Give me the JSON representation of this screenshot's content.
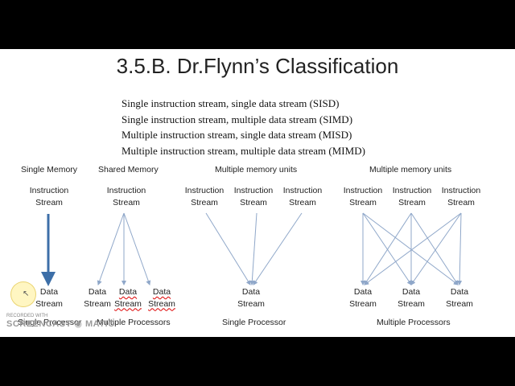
{
  "slide": {
    "title": "3.5.B. Dr.Flynn’s Classification",
    "intro_lines": [
      "Single instruction stream, single data stream (SISD)",
      "Single instruction stream, multiple data stream (SIMD)",
      "Multiple instruction stream, single data stream (MISD)",
      "Multiple instruction stream, multiple data stream (MIMD)"
    ]
  },
  "diagrams": {
    "sisd": {
      "memory_label": "Single Memory",
      "instruction_streams": [
        "Instruction\nStream"
      ],
      "data_streams": [
        "Data\nStream"
      ],
      "processor_label": "Single Processor"
    },
    "simd": {
      "memory_label": "Shared Memory",
      "instruction_streams": [
        "Instruction\nStream"
      ],
      "data_streams": [
        "Data\nStream",
        "Data\nStream",
        "Data\nStream"
      ],
      "processor_label": "Multiple Processors"
    },
    "misd": {
      "memory_label": "Multiple memory units",
      "instruction_streams": [
        "Instruction\nStream",
        "Instruction\nStream",
        "Instruction\nStream"
      ],
      "data_streams": [
        "Data\nStream"
      ],
      "processor_label": "Single Processor"
    },
    "mimd": {
      "memory_label": "Multiple memory units",
      "instruction_streams": [
        "Instruction\nStream",
        "Instruction\nStream",
        "Instruction\nStream"
      ],
      "data_streams": [
        "Data\nStream",
        "Data\nStream",
        "Data\nStream"
      ],
      "processor_label": "Multiple Processors"
    }
  },
  "watermark": {
    "line1": "RECORDED WITH",
    "line2": "SCREENCAST",
    "line3": "MATIC"
  },
  "colors": {
    "arrow": "#8fa7c9",
    "sisd_arrow": "#3d6fa8"
  },
  "cursor_icon": "cursor-arrow-icon"
}
